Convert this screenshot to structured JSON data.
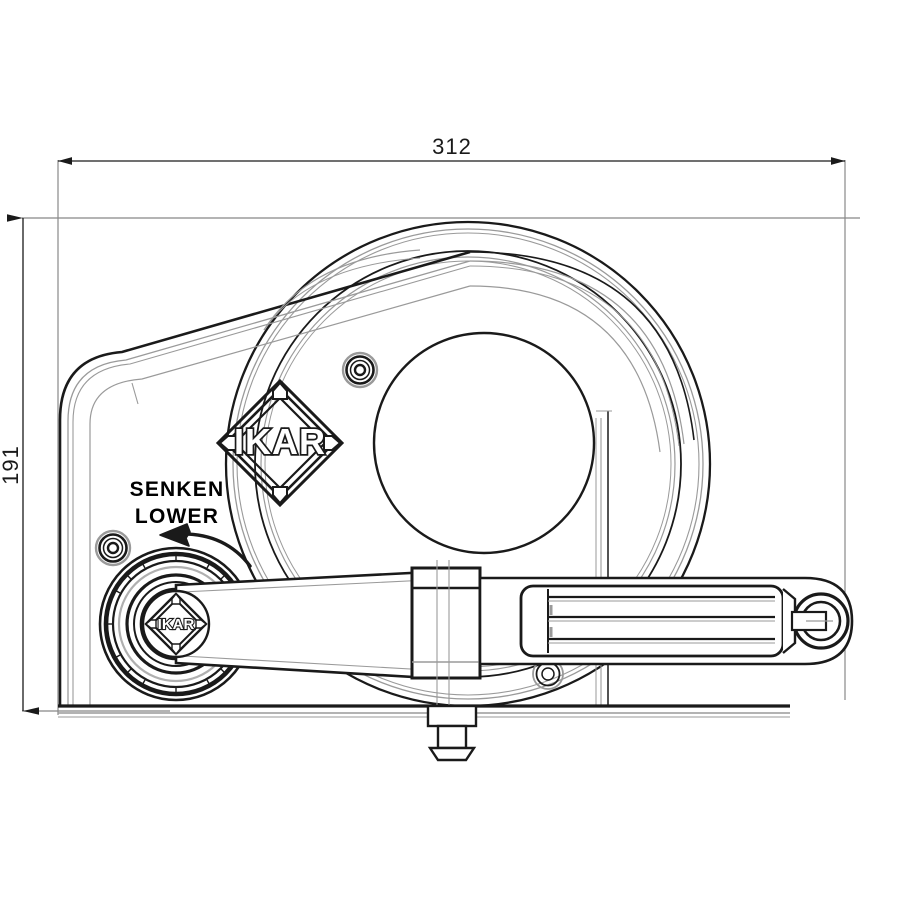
{
  "drawing": {
    "subject": "IKAR hand winch side elevation",
    "background_color": "#ffffff",
    "line_color": "#1a1a1a",
    "thin_line_color": "#888888",
    "dimension_color": "#555555"
  },
  "dimensions": {
    "width": {
      "value": "312",
      "orientation": "horizontal",
      "position": "top",
      "arrow_left": "arrow-left",
      "arrow_right": "arrow-right"
    },
    "height": {
      "value": "191",
      "orientation": "vertical",
      "position": "left",
      "arrow_top": "arrow-up",
      "arrow_bottom": "arrow-down"
    }
  },
  "labels": {
    "lower_de": "SENKEN",
    "lower_en": "LOWER",
    "direction_arrow": "curved-arrow-left"
  },
  "brand": {
    "name": "IKAR",
    "badge_shape": "diamond",
    "housing_logo": "IKAR",
    "hub_logo": "IKAR"
  },
  "components": {
    "housing": "winch-housing",
    "drum": "cable-drum",
    "center_bore": "center-bore",
    "crank_arm": "crank-arm",
    "crank_hub": "crank-hub",
    "handle_grip": "handle-grip",
    "handle_knob": "handle-end-knob",
    "collar": "crank-collar",
    "base_plate": "base-plate",
    "spindle": "bottom-spindle",
    "screw_top": "housing-screw-top",
    "screw_left": "housing-screw-left",
    "screw_bottom": "housing-screw-bottom"
  }
}
